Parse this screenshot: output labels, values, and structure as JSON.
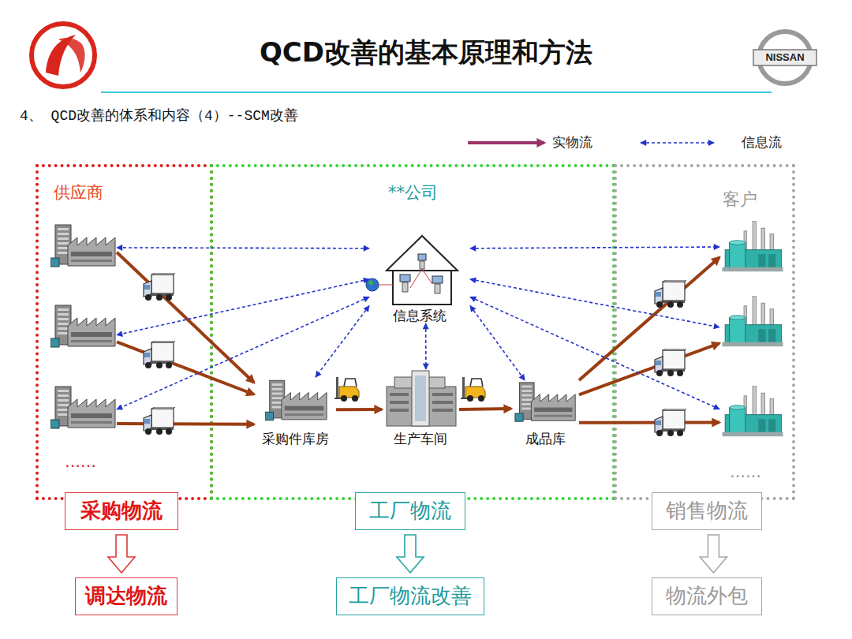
{
  "diagram": {
    "title": "QCD改善的基本原理和方法",
    "nodes": [
      {
        "text": [
          "供应商"
        ]
      },
      {
        "text": [],
        "in": 0
      },
      {
        "text": [],
        "in": 0
      },
      {
        "text": [],
        "in": 0
      },
      {
        "text": [
          "**公司"
        ]
      },
      {
        "text": [
          "信息系统"
        ],
        "in": 4
      },
      {
        "text": [
          "采购件库房"
        ],
        "in": 4
      },
      {
        "text": [
          "生产车间"
        ],
        "in": 4
      },
      {
        "text": [
          "成品库"
        ],
        "in": 4
      },
      {
        "text": [
          "客户"
        ]
      },
      {
        "text": [],
        "in": 9
      },
      {
        "text": [],
        "in": 9
      },
      {
        "text": [],
        "in": 9
      },
      {
        "text": [
          "采购物流"
        ]
      },
      {
        "text": [
          "工厂物流"
        ]
      },
      {
        "text": [
          "销售物流"
        ]
      },
      {
        "text": [
          "调达物流"
        ]
      },
      {
        "text": [
          "工厂物流改善"
        ]
      },
      {
        "text": [
          "物流外包"
        ]
      }
    ],
    "edges": [
      {
        "from": 1,
        "to": 6,
        "arrow": "to"
      },
      {
        "from": 2,
        "to": 6,
        "arrow": "to"
      },
      {
        "from": 3,
        "to": 6,
        "arrow": "to"
      },
      {
        "from": 6,
        "to": 7,
        "arrow": "to"
      },
      {
        "from": 7,
        "to": 8,
        "arrow": "to"
      },
      {
        "from": 8,
        "to": 10,
        "arrow": "to"
      },
      {
        "from": 8,
        "to": 11,
        "arrow": "to"
      },
      {
        "from": 8,
        "to": 12,
        "arrow": "to"
      },
      {
        "from": 5,
        "to": 1,
        "arrow": "both"
      },
      {
        "from": 5,
        "to": 2,
        "arrow": "both"
      },
      {
        "from": 5,
        "to": 3,
        "arrow": "both"
      },
      {
        "from": 5,
        "to": 6,
        "arrow": "both"
      },
      {
        "from": 5,
        "to": 7,
        "arrow": "both"
      },
      {
        "from": 5,
        "to": 8,
        "arrow": "both"
      },
      {
        "from": 5,
        "to": 10,
        "arrow": "both"
      },
      {
        "from": 5,
        "to": 11,
        "arrow": "both"
      },
      {
        "from": 5,
        "to": 12,
        "arrow": "both"
      },
      {
        "from": 13,
        "to": 16,
        "arrow": "to"
      },
      {
        "from": 14,
        "to": 17,
        "arrow": "to"
      },
      {
        "from": 15,
        "to": 18,
        "arrow": "to"
      }
    ],
    "labels": [
      "4、 QCD改善的体系和内容（4）--SCM改善",
      "NISSAN",
      "……",
      "……"
    ],
    "legend": [
      {
        "text": "实物流"
      },
      {
        "text": "信息流"
      }
    ]
  }
}
